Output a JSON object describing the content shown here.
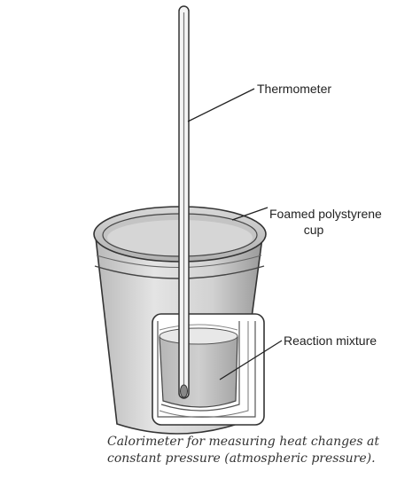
{
  "labels": {
    "thermometer": "Thermometer",
    "cup_line1": "Foamed polystyrene",
    "cup_line2": "cup",
    "reaction": "Reaction mixture"
  },
  "caption": "Calorimeter for measuring heat changes at constant pressure (atmospheric pressure)."
}
